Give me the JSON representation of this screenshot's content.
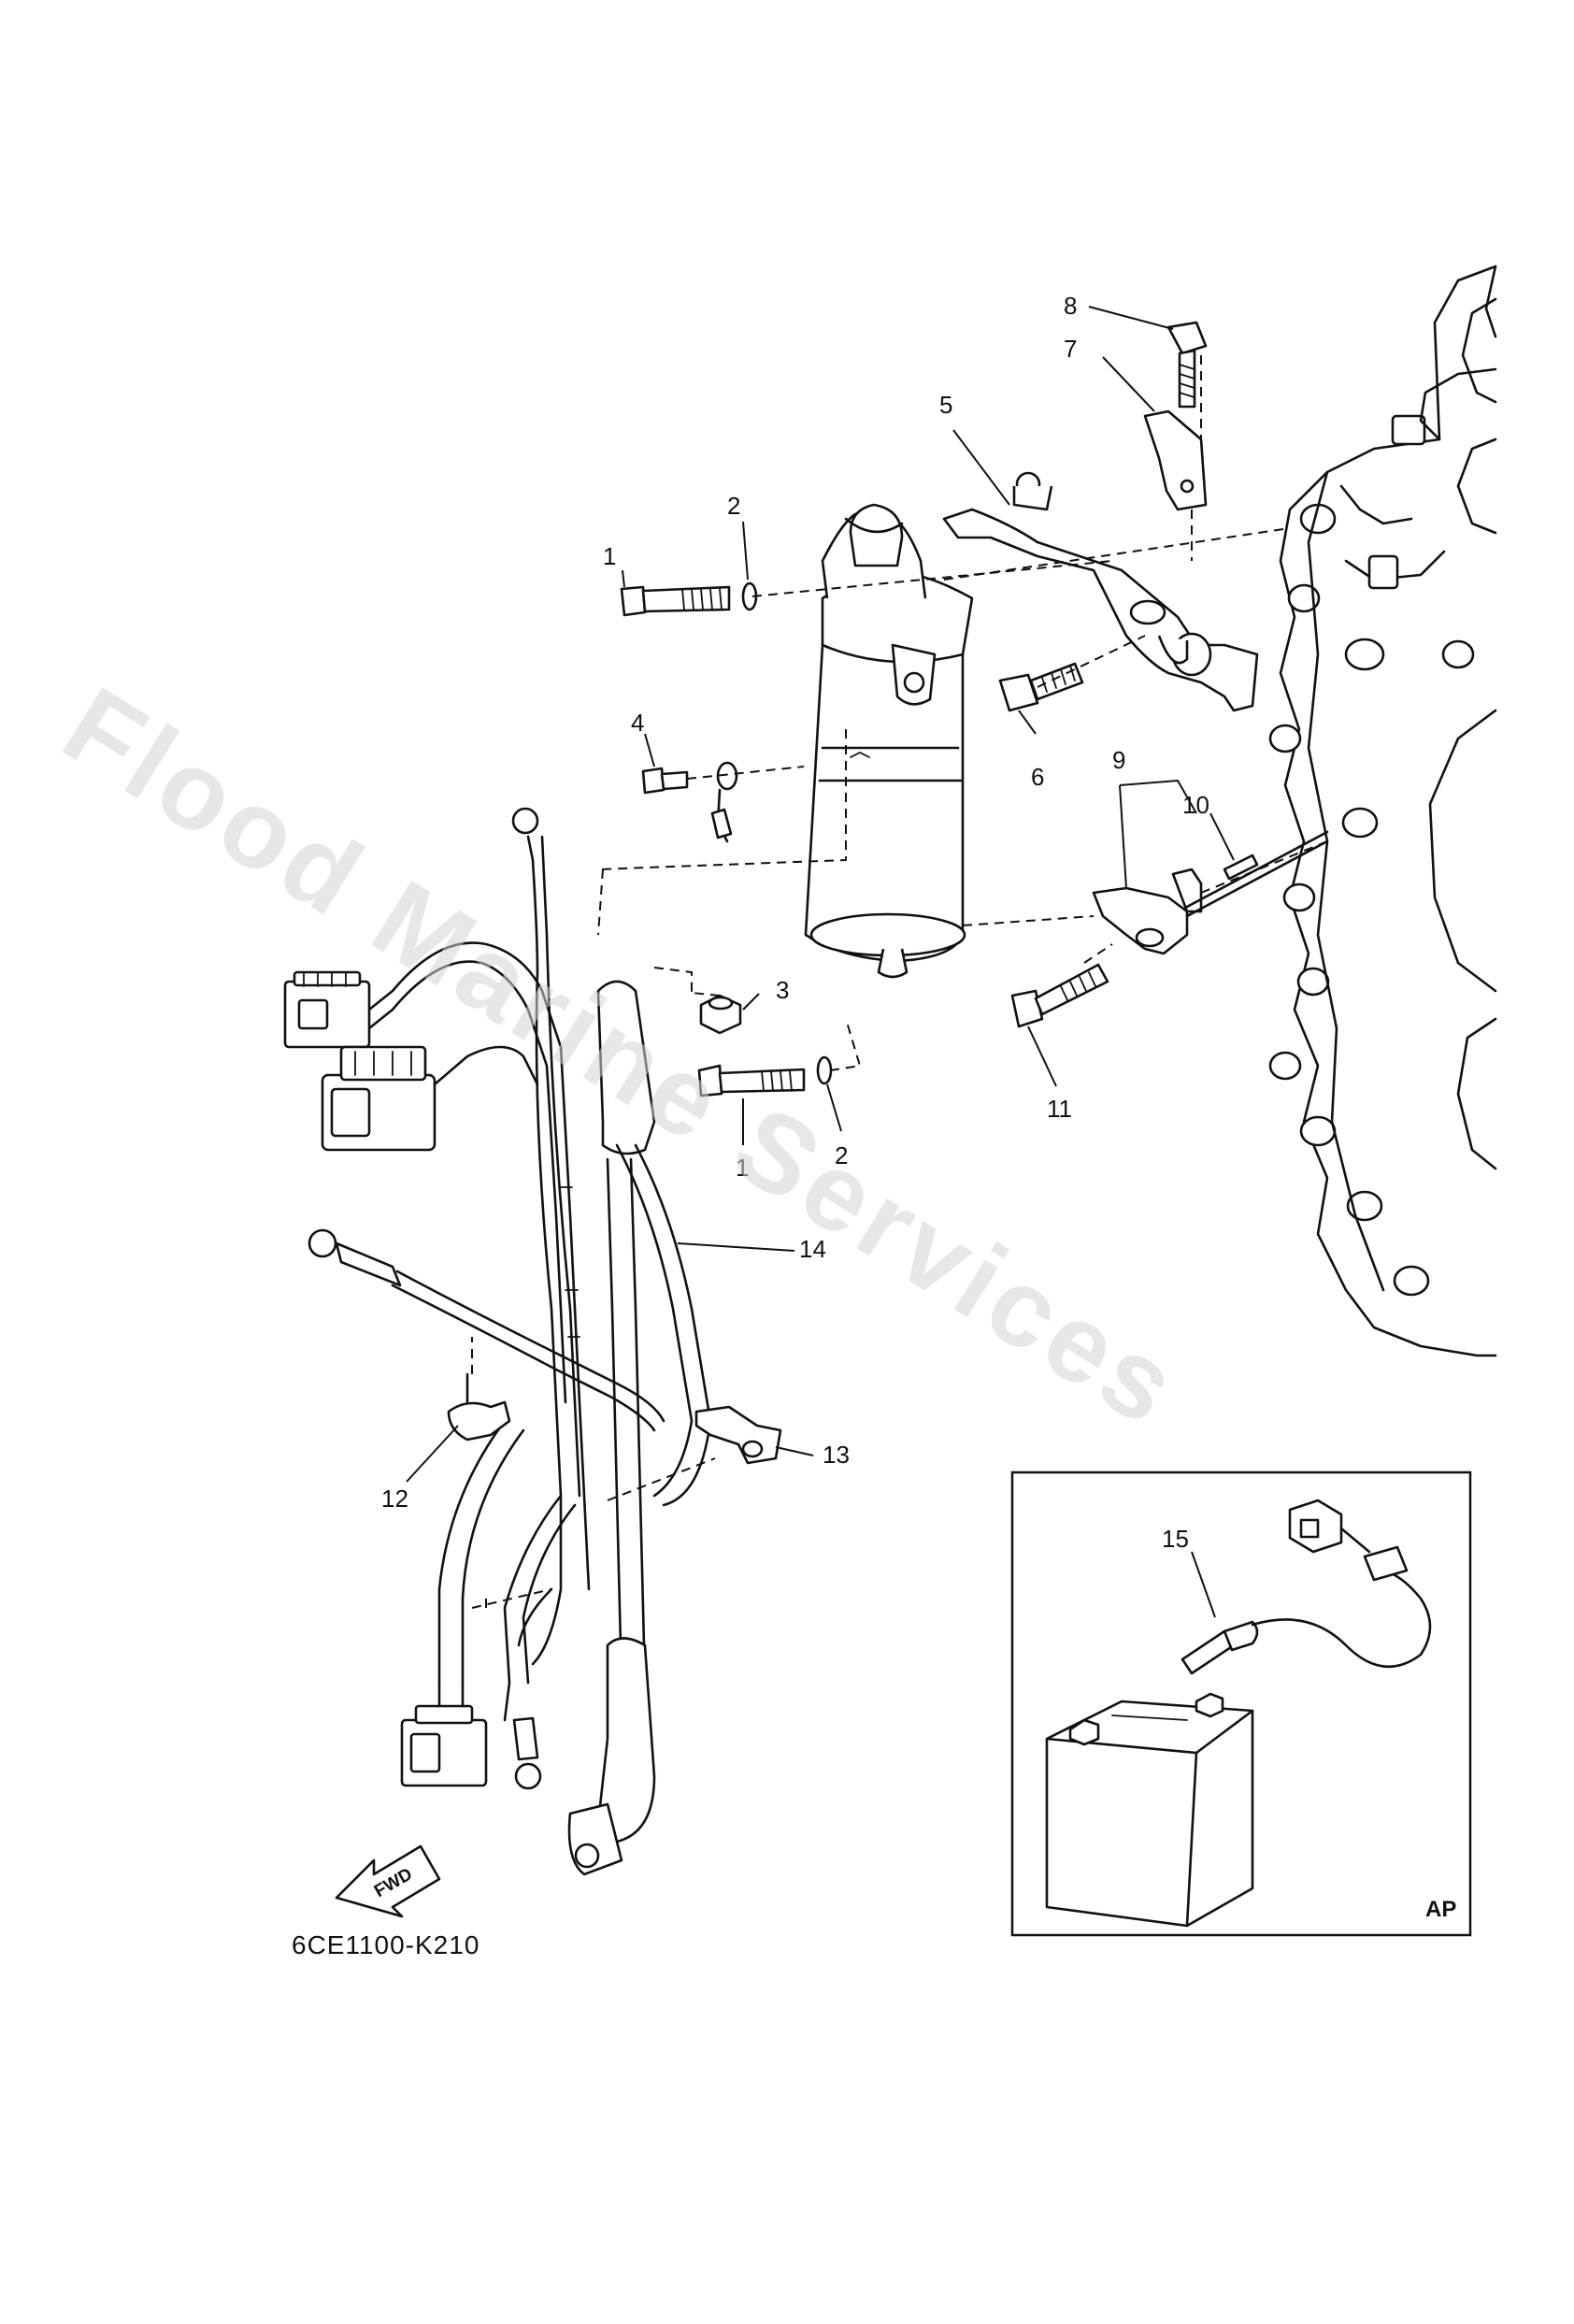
{
  "watermark": "Flood Marine Services",
  "drawing_code": "6CE1100-K210",
  "direction_arrow": "FWD",
  "inset": {
    "tag": "AP"
  },
  "callouts": {
    "c1a": "1",
    "c2a": "2",
    "c3": "3",
    "c4": "4",
    "c5": "5",
    "c6": "6",
    "c7": "7",
    "c8": "8",
    "c9": "9",
    "c10": "10",
    "c11": "11",
    "c1b": "1",
    "c2b": "2",
    "c12": "12",
    "c13": "13",
    "c14": "14",
    "c15": "15"
  }
}
